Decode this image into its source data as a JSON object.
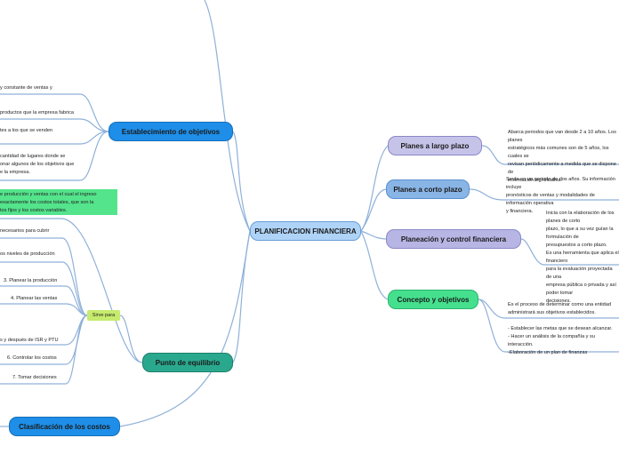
{
  "root": {
    "label": "PLANIFICACION FINANCIERA"
  },
  "right_branches": [
    {
      "label": "Planes a largo plazo",
      "note": "Abarca periodos que van desde 2 a 10 años. Los planes\nestratégicos más comunes son de 5 años, los cuales se\nrevisan periódicamente a medida que se dispone de\ninformación significativa."
    },
    {
      "label": "Planes a corto plazo",
      "note": "Se da en un periodo de dos años. Su información incluye\npronósticos de ventas y modalidades de información operativa\ny financiera."
    },
    {
      "label": "Planeación y control financiera",
      "note": "Inicia con la elaboración de los planes de corto\nplazo, lo que a su vez guían la formulación de\npresupuestos a corto plazo.\nEs una herramienta que aplica el financiero\npara la evaluación proyectada de una\nempresa pública o privada y así poder tomar\ndecisiones."
    },
    {
      "label": "Concepto y objetivos",
      "note": "Es el proceso de determinar como una entidad\nadministrará sus objetivos establecidos.",
      "note2": "- Establecer las metas que se desean alcanzar.\n- Hacer un análisis de la compañía y su interacción.\n-Elaboración de un plan de finanzas"
    }
  ],
  "left_branches": {
    "objetivos": {
      "label": "Establecimiento de objetivos",
      "items": [
        "y constante de ventas y",
        "productos que la empresa fabrica",
        "tes a los que se venden",
        "cantidad de lugares donde se\nonar algunos de los objetivos que\ne la empresa."
      ]
    },
    "green_note": "e producción y ventas con el cual el ingreso\nexactamente los costos totales, que son la\ntos fijos y los costos variables.",
    "equilibrio": {
      "label": "Punto de equilibrio",
      "sirve": "Sirve para",
      "items": [
        "necesarios para cubrir",
        "os niveles de producción",
        "3. Planear la producción",
        "4. Planear las ventas",
        "s y después de ISR y PTU",
        "6. Controlar los costos",
        "7. Tomar decisiones"
      ]
    },
    "costos": {
      "label": "Clasificación de los costos"
    }
  },
  "colors": {
    "root": "#aed3f7",
    "largo": "#c5c3e8",
    "corto": "#89b5e6",
    "control": "#b7b5e3",
    "concepto": "#45e08e",
    "objetivos": "#1e8ee8",
    "equilibrio": "#2aa88e",
    "costos": "#1e8ee8",
    "green_note": "#54e48c",
    "sirve": "#c6eb6e",
    "line_blue": "#8fb1d9",
    "line_right": "#9db4d6"
  }
}
